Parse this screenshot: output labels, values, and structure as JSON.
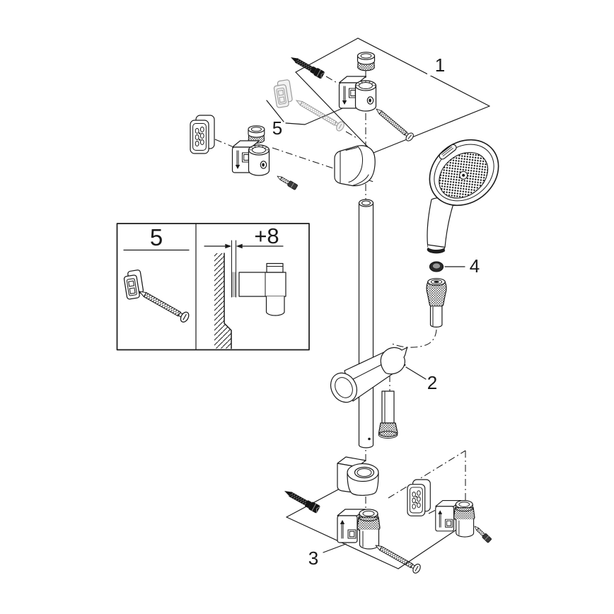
{
  "figure": {
    "type": "exploded-parts-diagram",
    "background": "#ffffff",
    "line_color": "#1a1a1a",
    "grey_part_color": "#9b9b9b",
    "spacer_fill_color": "#bdbdbd",
    "callouts": [
      {
        "id": "1",
        "part": "top-rail-wall-bracket"
      },
      {
        "id": "2",
        "part": "shower-holder-slider"
      },
      {
        "id": "3",
        "part": "bottom-rail-wall-bracket"
      },
      {
        "id": "4",
        "part": "hose-washer"
      },
      {
        "id": "5",
        "part": "wall-plug-and-screw"
      }
    ],
    "inset": {
      "label": "5",
      "dimension": "+8"
    }
  }
}
